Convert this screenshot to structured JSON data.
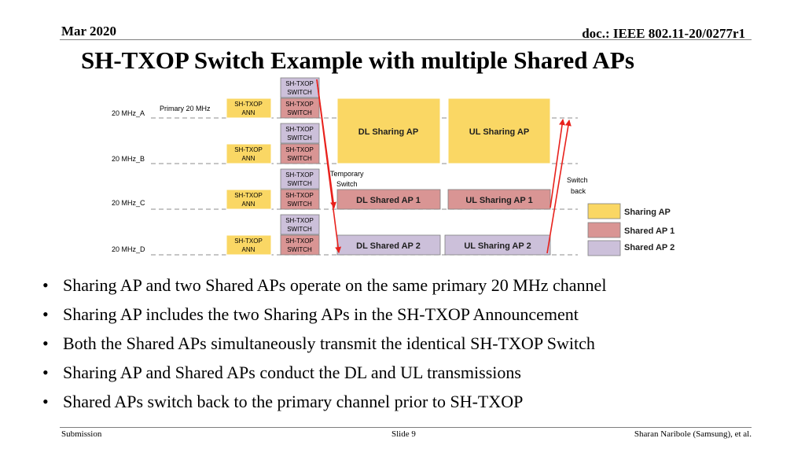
{
  "header": {
    "date": "Mar 2020",
    "doc": "doc.: IEEE 802.11-20/0277r1"
  },
  "title": "SH-TXOP Switch Example with multiple Shared APs",
  "diagram": {
    "channels": [
      "20 MHz_A",
      "20 MHz_B",
      "20 MHz_C",
      "20 MHz_D"
    ],
    "primary_label": "Primary 20 MHz",
    "ann_label": [
      "SH-TXOP",
      "ANN"
    ],
    "switch_label": [
      "SH-TXOP",
      "SWITCH"
    ],
    "blocks": {
      "dl_sharing": "DL Sharing AP",
      "ul_sharing": "UL Sharing AP",
      "dl_shared_1": "DL Shared AP 1",
      "ul_sharing_1": "UL Sharing AP 1",
      "dl_shared_2": "DL Shared AP 2",
      "ul_sharing_2": "UL Sharing AP 2"
    },
    "annotations": {
      "temporary_switch": [
        "Temporary",
        "Switch"
      ],
      "switch_back": [
        "Switch",
        "back"
      ]
    },
    "legend": [
      {
        "label": "Sharing AP",
        "color": "#fad764"
      },
      {
        "label": "Shared AP 1",
        "color": "#d99594"
      },
      {
        "label": "Shared AP 2",
        "color": "#ccc0da"
      }
    ],
    "colors": {
      "sharing_ap": "#fad764",
      "shared_ap_1": "#d99594",
      "shared_ap_2": "#ccc0da",
      "arrow": "#e8211c"
    }
  },
  "bullets": [
    "Sharing AP and two Shared APs operate on the same primary 20 MHz channel",
    "Sharing AP includes the two Sharing APs in the SH-TXOP Announcement",
    "Both the Shared APs simultaneously transmit the identical SH-TXOP Switch",
    "Sharing AP and Shared APs conduct the DL and UL transmissions",
    "Shared APs switch back to the primary channel prior to SH-TXOP"
  ],
  "footer": {
    "left": "Submission",
    "center": "Slide 9",
    "right": "Sharan Naribole (Samsung), et al."
  }
}
